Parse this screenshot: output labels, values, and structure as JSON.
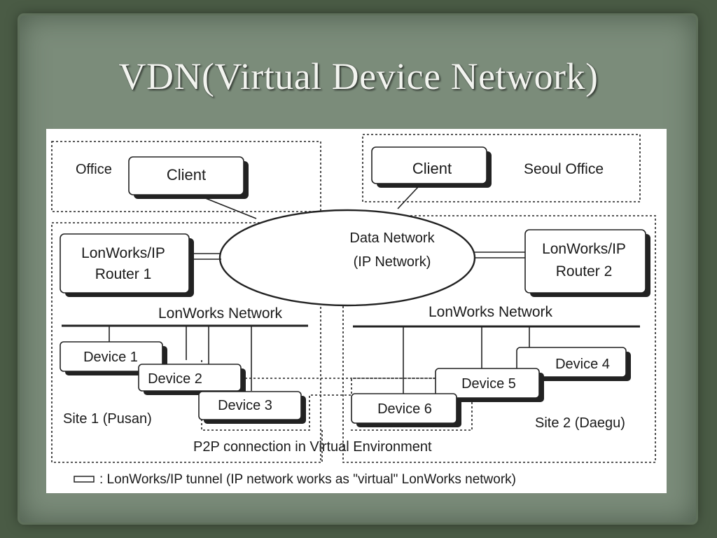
{
  "slide": {
    "title": "VDN(Virtual Device Network)"
  },
  "diagram": {
    "office_label": "Office",
    "seoul_office_label": "Seoul Office",
    "client_left": "Client",
    "client_right": "Client",
    "data_network_line1": "Data Network",
    "data_network_line2": "(IP Network)",
    "router1_line1": "LonWorks/IP",
    "router1_line2": "Router 1",
    "router2_line1": "LonWorks/IP",
    "router2_line2": "Router 2",
    "lonworks_left": "LonWorks Network",
    "lonworks_right": "LonWorks Network",
    "devices": [
      "Device 1",
      "Device 2",
      "Device 3",
      "Device 4",
      "Device 5",
      "Device 6"
    ],
    "site1_label": "Site 1 (Pusan)",
    "site2_label": "Site 2 (Daegu)",
    "p2p_label": "P2P connection in Virtual Environment",
    "legend_text": ": LonWorks/IP tunnel (IP network works as \"virtual\" LonWorks network)"
  }
}
